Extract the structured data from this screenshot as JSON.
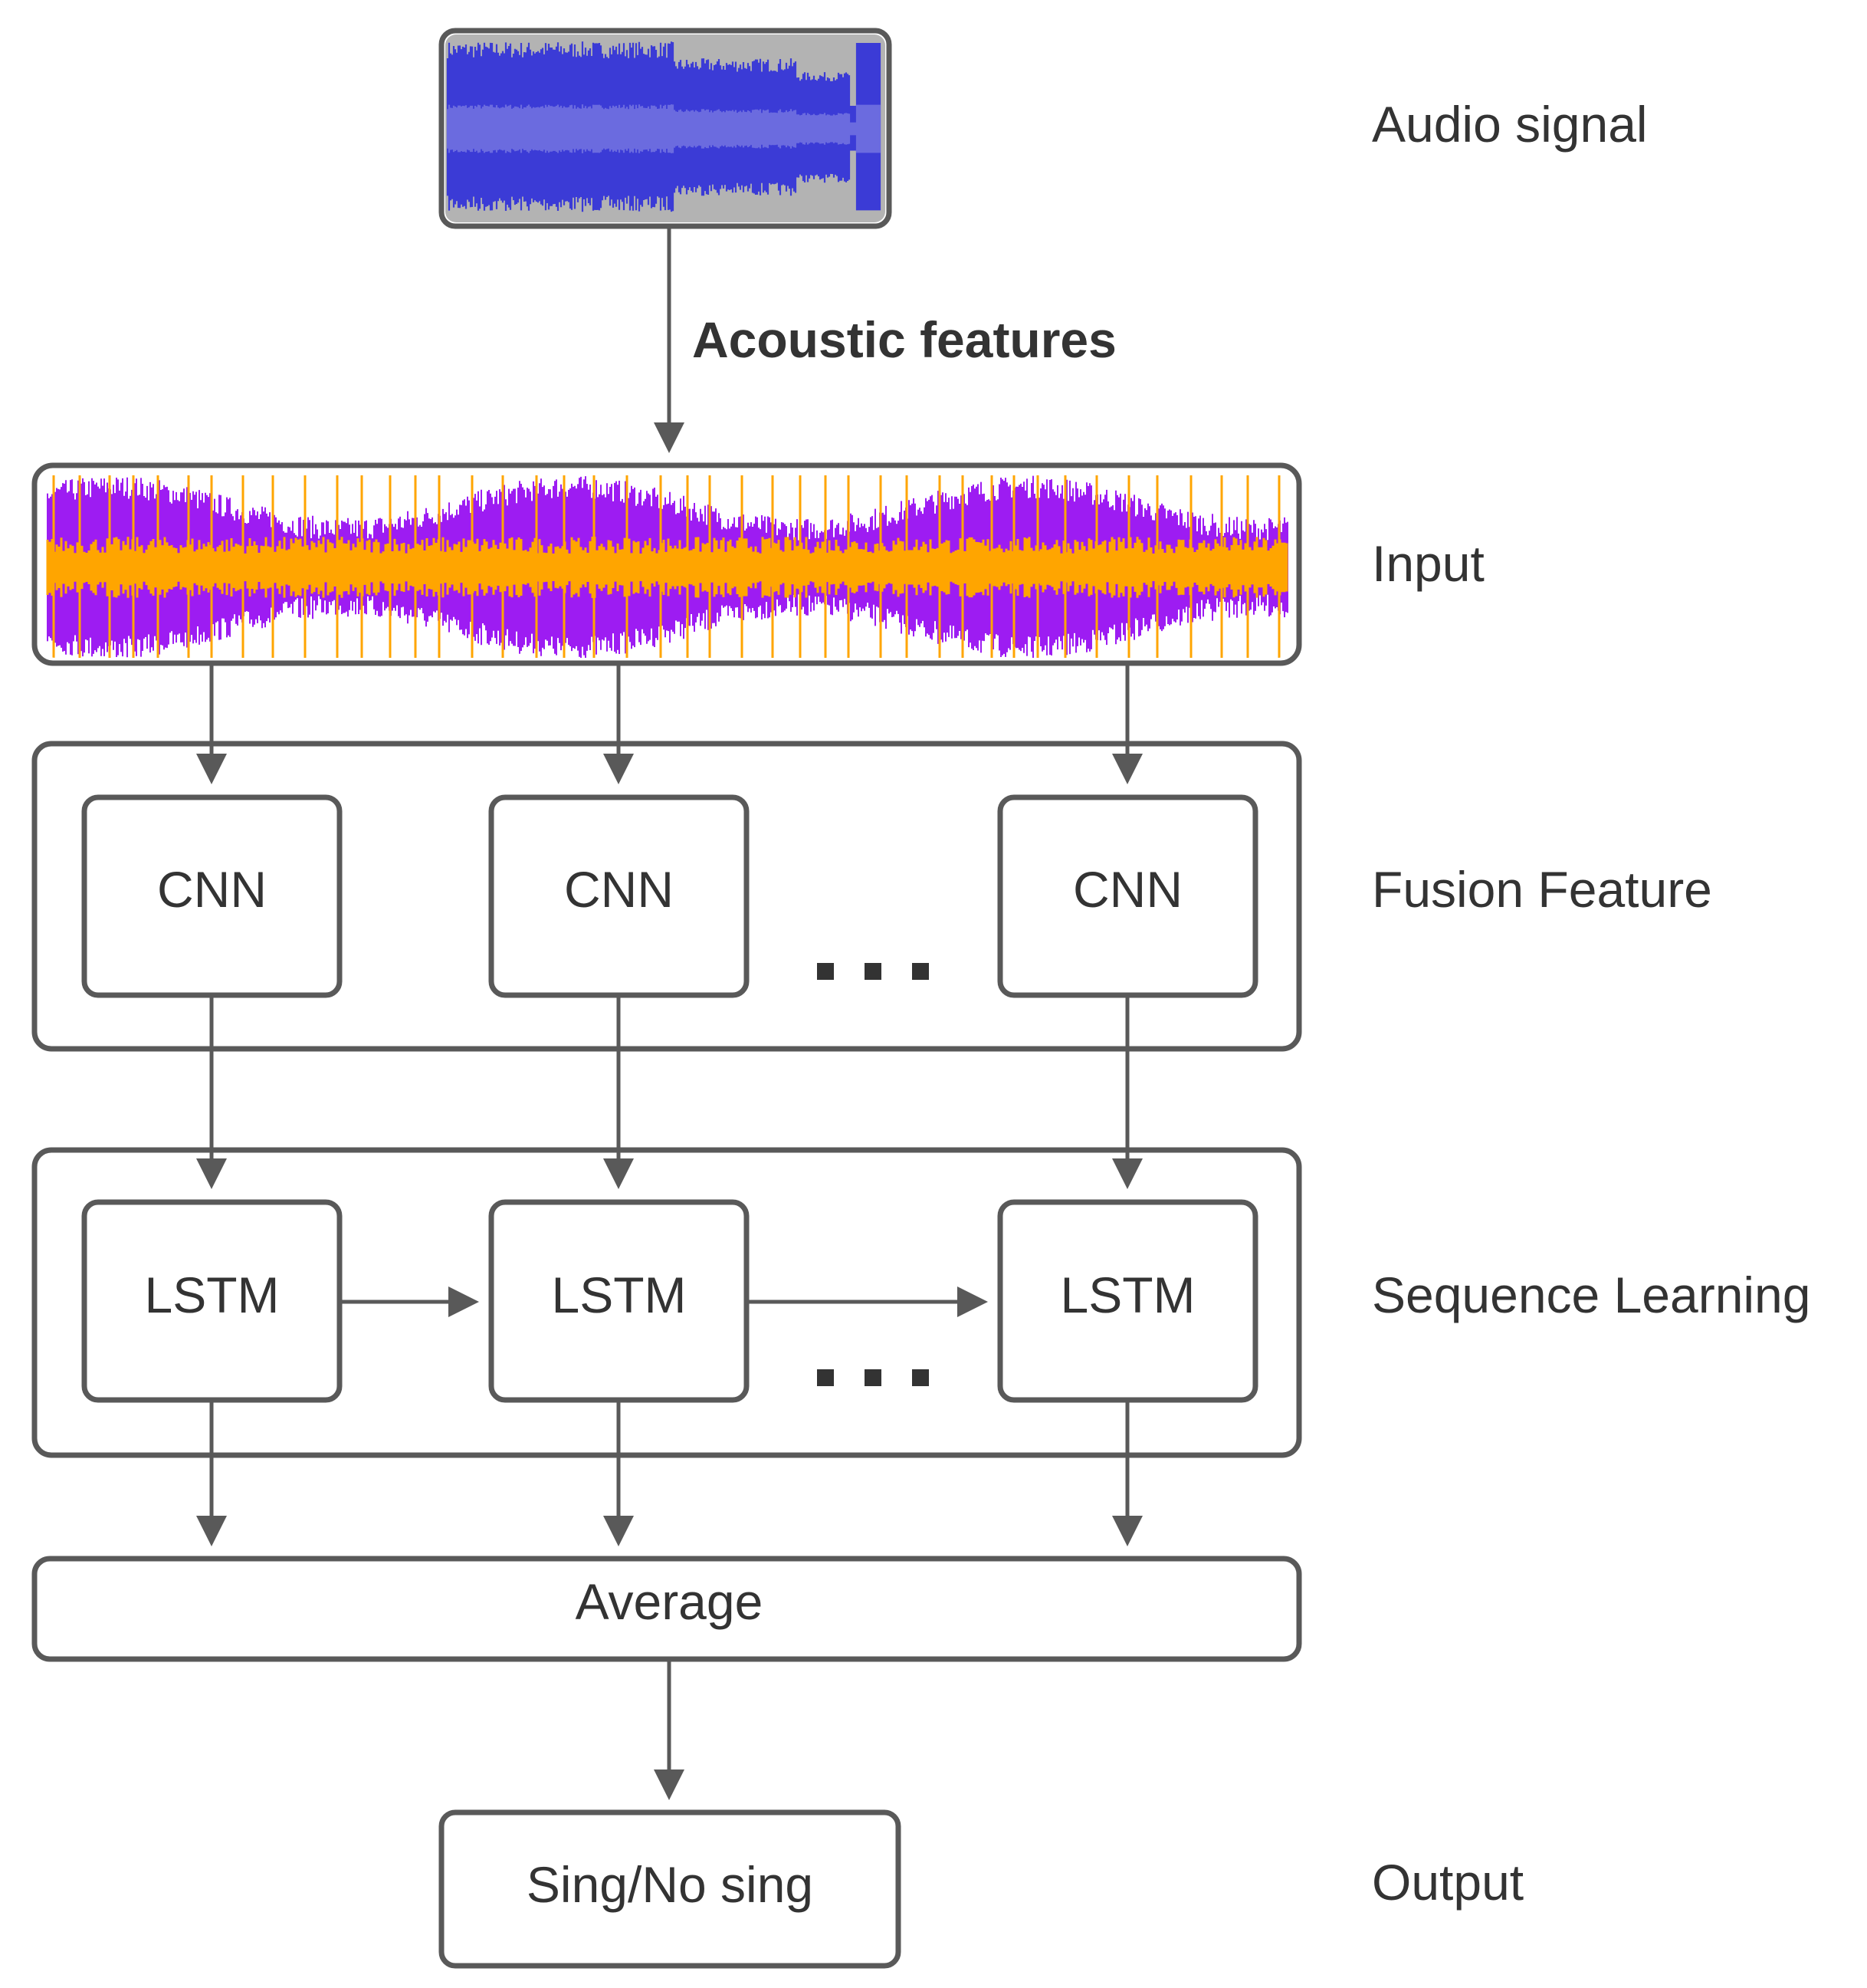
{
  "row_labels": {
    "audio": "Audio signal",
    "input": "Input",
    "fusion": "Fusion Feature",
    "sequence": "Sequence Learning",
    "output": "Output"
  },
  "edge_labels": {
    "acoustic": "Acoustic features"
  },
  "nodes": {
    "cnn_1": "CNN",
    "cnn_2": "CNN",
    "cnn_3": "CNN",
    "lstm_1": "LSTM",
    "lstm_2": "LSTM",
    "lstm_3": "LSTM",
    "average": "Average",
    "output": "Sing/No sing"
  },
  "colors": {
    "stroke": "#595959",
    "text": "#333333",
    "audio_background": "#b3b3b3",
    "audio_wave": "#3b3bd6",
    "audio_wave_light": "#6b6bdf",
    "input_purple": "#9d1cf2",
    "input_orange": "#ffa500"
  }
}
